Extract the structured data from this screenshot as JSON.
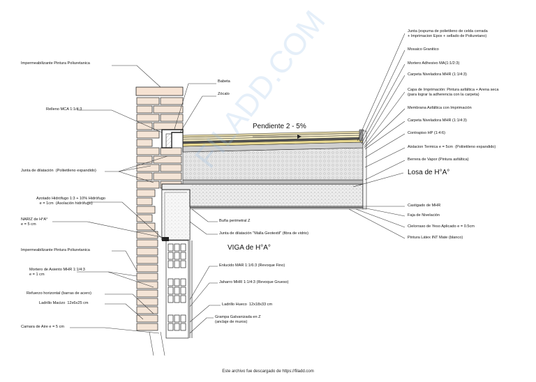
{
  "labels_left": [
    "Impermeabilizante Pintura Poliuretanica",
    "Relleno MCA 1:1/4:3",
    "Junta de dilatación  (Poliietileno expandido)",
    "Azotado Hidrófugo 1:3 + 10% Hidrófugo\n   e = 1cm  (Asolación hidrófugo)",
    "NARIZ de H°A°\ne = 5 cm",
    "Impermeabilizante Pintura Poliuretanica",
    "Mortero de Asiento MHR 1:1/4:3\ne = 1 cm",
    "Refuerzo horizontal (barras de acero)",
    "Ladrillo Macizo  12x6x25 cm",
    "Camara de Aire e = 5 cm"
  ],
  "labels_mid": [
    "Babeta",
    "Zócalo",
    "Buña perimetral Z",
    "Junta de dilatación \"Malla Geotextil\" (fibra de vidrio)",
    "Enlucido MAR 1:1/6:3 (Revoque Fino)",
    "Jaharro MHR 1:1/4:3 (Revoque Grueso)",
    "Ladrillo Hueco  12x18x33 cm",
    "Grampa Galvanizada en Z\n(anclaje de muros)"
  ],
  "labels_right": [
    "Junta (espuma de polietileno de celda cerrada\n+ Imprimacion Epox + sellado de Poliuretano)",
    "Mosaico Granitico",
    "Mortero Adhesivo MA(1:1/2:3)",
    "Carpeta Niveladora MHR (1:1/4:3)",
    "Capa de Imprimación: Pintura asfáltica + Arena seca\n(para lograr la adherencia con la carpeta)",
    "Membrana Asfáltica con Imprimación",
    "Carpeta Niveladora MHR (1:1/4:3)",
    "Contrapiso HP (1:4:6)",
    "Aislacion Termica e = 5cm  (Poliietileno expandido)",
    "Berrera de Vapor (Pintura asfáltica)",
    "Castigado de MHR",
    "Faja de Nivelación",
    "Cielorraso de Yeso Aplicado e = 0.5cm",
    "Pintura Látex INT Mate (blanco)"
  ],
  "big_labels": {
    "slope": "Pendiente 2 - 5%",
    "slab": "Losa de H°A°",
    "beam": "VIGA de H°A°"
  },
  "footer": "Este archivo fue descargado de https://filadd.com",
  "watermark": "FILADD.COM",
  "colors": {
    "brick_fill": "#f4e4d6",
    "line": "#222222",
    "insulation": "#d8d8d8",
    "screed_yellow": "#e8d890",
    "watermark": "#a9c8e8"
  }
}
